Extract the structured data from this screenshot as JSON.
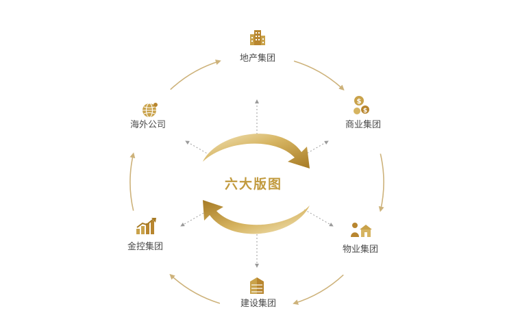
{
  "center": {
    "label": "六大版图"
  },
  "nodes": [
    {
      "key": "dichan",
      "label": "地产集团",
      "icon": "office-building-icon"
    },
    {
      "key": "shangye",
      "label": "商业集团",
      "icon": "dollar-coins-icon"
    },
    {
      "key": "wuye",
      "label": "物业集团",
      "icon": "property-manager-house-icon"
    },
    {
      "key": "jianshe",
      "label": "建设集团",
      "icon": "construction-building-icon"
    },
    {
      "key": "jinkong",
      "label": "金控集团",
      "icon": "growth-chart-icon"
    },
    {
      "key": "haiwai",
      "label": "海外公司",
      "icon": "globe-icon"
    }
  ],
  "colors": {
    "gold": "#c9a24a",
    "gold_dark": "#b8862f",
    "gold_light": "#e9d7a0",
    "arc": "#cdb27a",
    "text": "#4a4a4a",
    "center_text": "#c19a3e",
    "dotted": "#9a9a9a"
  }
}
